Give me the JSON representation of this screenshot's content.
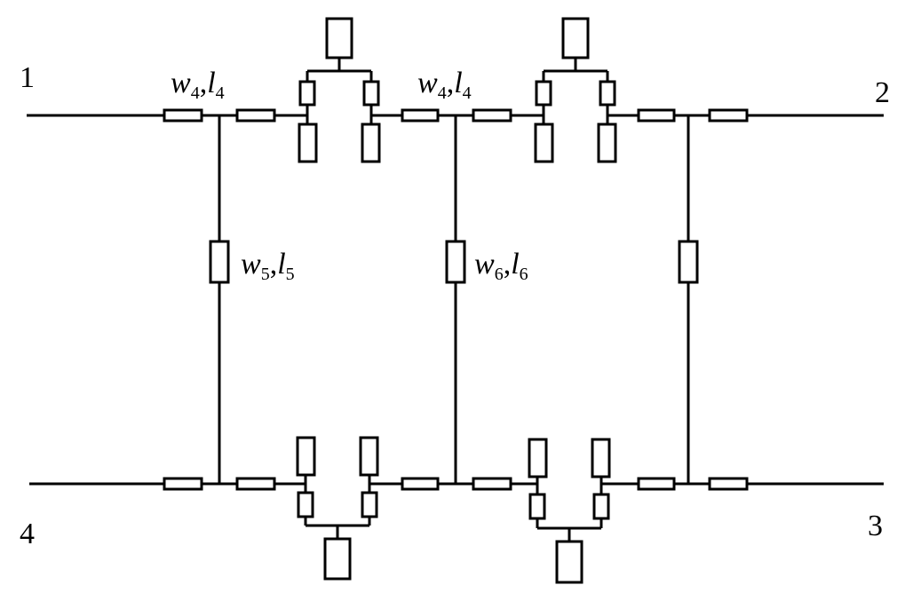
{
  "ports": {
    "p1": "1",
    "p2": "2",
    "p3": "3",
    "p4": "4"
  },
  "labels": {
    "top_left": {
      "w": "w",
      "w_sub": "4",
      "sep": ",",
      "l": "l",
      "l_sub": "4"
    },
    "top_mid": {
      "w": "w",
      "w_sub": "4",
      "sep": ",",
      "l": "l",
      "l_sub": "4"
    },
    "vert_left": {
      "w": "w",
      "w_sub": "5",
      "sep": ",",
      "l": "l",
      "l_sub": "5"
    },
    "vert_mid": {
      "w": "w",
      "w_sub": "6",
      "sep": ",",
      "l": "l",
      "l_sub": "6"
    }
  }
}
